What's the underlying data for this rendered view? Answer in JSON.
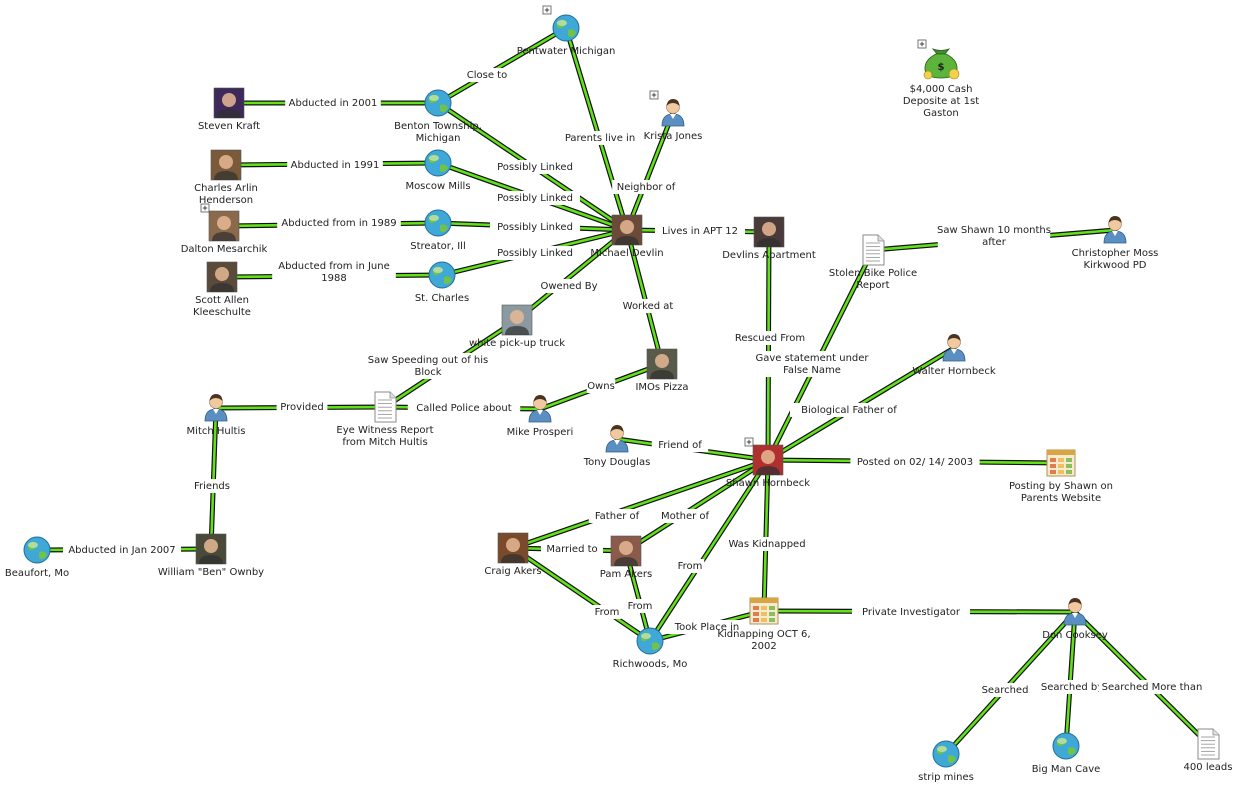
{
  "nodes": [
    {
      "id": "pentwater",
      "type": "location",
      "lines": [
        "Pentwater Michigan"
      ],
      "expand": true
    },
    {
      "id": "benton",
      "type": "location",
      "lines": [
        "Benton Township,",
        "Michigan"
      ]
    },
    {
      "id": "moscow",
      "type": "location",
      "lines": [
        "Moscow Mills"
      ]
    },
    {
      "id": "streator",
      "type": "location",
      "lines": [
        "Streator, Ill"
      ]
    },
    {
      "id": "stcharles",
      "type": "location",
      "lines": [
        "St. Charles"
      ]
    },
    {
      "id": "steven",
      "type": "photo",
      "lines": [
        "Steven Kraft"
      ],
      "color": "#3d2a5a"
    },
    {
      "id": "charles",
      "type": "photo",
      "lines": [
        "Charles Arlin",
        "Henderson"
      ],
      "color": "#7a5a3a"
    },
    {
      "id": "dalton",
      "type": "photo",
      "lines": [
        "Dalton Mesarchik"
      ],
      "color": "#8a6a4a",
      "expand": true
    },
    {
      "id": "scott",
      "type": "photo",
      "lines": [
        "Scott Allen",
        "Kleeschulte"
      ],
      "color": "#5a4a3a"
    },
    {
      "id": "krista",
      "type": "person",
      "lines": [
        "Krista Jones"
      ],
      "expand": true
    },
    {
      "id": "michael",
      "type": "photo",
      "lines": [
        "Michael Devlin"
      ],
      "color": "#6b4a3a"
    },
    {
      "id": "apartment",
      "type": "photo",
      "lines": [
        "Devlins Apartment"
      ],
      "color": "#4a3a3a"
    },
    {
      "id": "cash",
      "type": "money",
      "lines": [
        "$4,000 Cash",
        "Deposite at 1st",
        "Gaston"
      ],
      "expand": true
    },
    {
      "id": "truck",
      "type": "photo",
      "lines": [
        "white pick-up truck"
      ],
      "color": "#8a9aa0"
    },
    {
      "id": "imos",
      "type": "photo",
      "lines": [
        "IMOs Pizza"
      ],
      "color": "#5a5a4a"
    },
    {
      "id": "bikereport",
      "type": "document",
      "lines": [
        "Stolen Bike Police",
        "Report"
      ]
    },
    {
      "id": "christopher",
      "type": "person",
      "lines": [
        "Christopher Moss",
        "Kirkwood PD"
      ]
    },
    {
      "id": "walter",
      "type": "person",
      "lines": [
        "Walter Hornbeck"
      ]
    },
    {
      "id": "mitch",
      "type": "person",
      "lines": [
        "Mitch Hultis"
      ]
    },
    {
      "id": "eyewitness",
      "type": "document",
      "lines": [
        "Eye Witness Report",
        "from Mitch Hultis"
      ]
    },
    {
      "id": "mike",
      "type": "person",
      "lines": [
        "Mike Prosperi"
      ]
    },
    {
      "id": "tony",
      "type": "person",
      "lines": [
        "Tony Douglas"
      ]
    },
    {
      "id": "shawn",
      "type": "photo",
      "lines": [
        "Shawn Hornbeck"
      ],
      "color": "#b03030",
      "expand": true
    },
    {
      "id": "posting",
      "type": "calendar",
      "lines": [
        "Posting by Shawn on",
        "Parents Website"
      ]
    },
    {
      "id": "beaufort",
      "type": "location",
      "lines": [
        "Beaufort, Mo"
      ]
    },
    {
      "id": "william",
      "type": "photo",
      "lines": [
        "William \"Ben\" Ownby"
      ],
      "color": "#4a4a3a"
    },
    {
      "id": "craig",
      "type": "photo",
      "lines": [
        "Craig Akers"
      ],
      "color": "#7a4a2a"
    },
    {
      "id": "pam",
      "type": "photo",
      "lines": [
        "Pam Akers"
      ],
      "color": "#8a5a4a"
    },
    {
      "id": "richwoods",
      "type": "location",
      "lines": [
        "Richwoods, Mo"
      ]
    },
    {
      "id": "kidnapping",
      "type": "calendar",
      "lines": [
        "Kidnapping OCT 6,",
        "2002"
      ]
    },
    {
      "id": "don",
      "type": "person",
      "lines": [
        "Don Cooksey"
      ]
    },
    {
      "id": "stripmines",
      "type": "location",
      "lines": [
        "strip mines"
      ]
    },
    {
      "id": "bigmancave",
      "type": "location",
      "lines": [
        "Big Man Cave"
      ]
    },
    {
      "id": "leads",
      "type": "document",
      "lines": [
        "400 leads"
      ]
    }
  ],
  "edges": [
    {
      "from": "benton",
      "to": "pentwater",
      "lines": [
        "Close to"
      ]
    },
    {
      "from": "pentwater",
      "to": "michael",
      "lines": [
        "Parents live in"
      ]
    },
    {
      "from": "steven",
      "to": "benton",
      "lines": [
        "Abducted in 2001"
      ]
    },
    {
      "from": "charles",
      "to": "moscow",
      "lines": [
        "Abducted in 1991"
      ]
    },
    {
      "from": "dalton",
      "to": "streator",
      "lines": [
        "Abducted from in 1989"
      ]
    },
    {
      "from": "scott",
      "to": "stcharles",
      "lines": [
        "Abducted from in June",
        "1988"
      ]
    },
    {
      "from": "benton",
      "to": "michael",
      "lines": [
        "Possibly Linked"
      ]
    },
    {
      "from": "moscow",
      "to": "michael",
      "lines": [
        "Possibly Linked"
      ]
    },
    {
      "from": "streator",
      "to": "michael",
      "lines": [
        "Possibly Linked"
      ]
    },
    {
      "from": "stcharles",
      "to": "michael",
      "lines": [
        "Possibly Linked"
      ]
    },
    {
      "from": "krista",
      "to": "michael",
      "lines": [
        "Neighbor of"
      ]
    },
    {
      "from": "michael",
      "to": "apartment",
      "lines": [
        "Lives in APT 12"
      ]
    },
    {
      "from": "michael",
      "to": "truck",
      "lines": [
        "Owened By"
      ]
    },
    {
      "from": "michael",
      "to": "imos",
      "lines": [
        "Worked at"
      ]
    },
    {
      "from": "eyewitness",
      "to": "truck",
      "lines": [
        "Saw Speeding out of his",
        "Block"
      ]
    },
    {
      "from": "mitch",
      "to": "eyewitness",
      "lines": [
        "Provided"
      ]
    },
    {
      "from": "eyewitness",
      "to": "mike",
      "lines": [
        "Called Police about"
      ]
    },
    {
      "from": "mike",
      "to": "imos",
      "lines": [
        "Owns"
      ]
    },
    {
      "from": "mitch",
      "to": "william",
      "lines": [
        "Friends"
      ]
    },
    {
      "from": "beaufort",
      "to": "william",
      "lines": [
        "Abducted in Jan 2007"
      ]
    },
    {
      "from": "bikereport",
      "to": "christopher",
      "lines": [
        "Saw Shawn 10 months",
        "after"
      ]
    },
    {
      "from": "apartment",
      "to": "shawn",
      "lines": [
        "Rescued From"
      ]
    },
    {
      "from": "bikereport",
      "to": "shawn",
      "lines": [
        "Gave statement under",
        "False Name"
      ]
    },
    {
      "from": "walter",
      "to": "shawn",
      "lines": [
        "Biological Father of"
      ]
    },
    {
      "from": "tony",
      "to": "shawn",
      "lines": [
        "Friend of"
      ]
    },
    {
      "from": "shawn",
      "to": "posting",
      "lines": [
        "Posted on 02/ 14/ 2003"
      ]
    },
    {
      "from": "shawn",
      "to": "craig",
      "lines": [
        "Father of"
      ]
    },
    {
      "from": "shawn",
      "to": "pam",
      "lines": [
        "Mother of"
      ]
    },
    {
      "from": "shawn",
      "to": "richwoods",
      "lines": [
        "From"
      ]
    },
    {
      "from": "shawn",
      "to": "kidnapping",
      "lines": [
        "Was Kidnapped"
      ]
    },
    {
      "from": "craig",
      "to": "pam",
      "lines": [
        "Married to"
      ]
    },
    {
      "from": "craig",
      "to": "richwoods",
      "lines": [
        "From"
      ]
    },
    {
      "from": "pam",
      "to": "richwoods",
      "lines": [
        "From"
      ]
    },
    {
      "from": "richwoods",
      "to": "kidnapping",
      "lines": [
        "Took Place in"
      ]
    },
    {
      "from": "kidnapping",
      "to": "don",
      "lines": [
        "Private Investigator"
      ]
    },
    {
      "from": "don",
      "to": "stripmines",
      "lines": [
        "Searched"
      ]
    },
    {
      "from": "don",
      "to": "bigmancave",
      "lines": [
        "Searched by"
      ]
    },
    {
      "from": "don",
      "to": "leads",
      "lines": [
        "Searched More than"
      ]
    }
  ]
}
